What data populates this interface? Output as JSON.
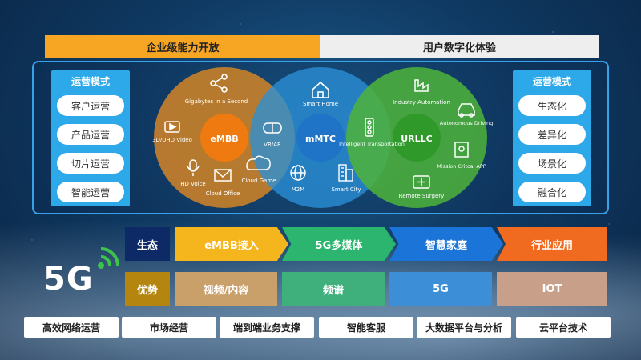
{
  "top_bar": {
    "left_title": "企业级能力开放",
    "right_title": "用户数字化体验"
  },
  "left_mode": {
    "title": "运营模式",
    "items": [
      "客户运营",
      "产品运营",
      "切片运营",
      "智能运营"
    ]
  },
  "right_mode": {
    "title": "运营模式",
    "items": [
      "生态化",
      "差异化",
      "场景化",
      "融合化"
    ]
  },
  "venn": {
    "circles": [
      {
        "label": "eMBB",
        "color": "#c47f2a"
      },
      {
        "label": "mMTC",
        "color": "#2a8fd6"
      },
      {
        "label": "URLLC",
        "color": "#4fb43a"
      }
    ],
    "items": [
      {
        "text": "Gigabytes in a Second",
        "icon": "share-icon"
      },
      {
        "text": "3D/UHD Video",
        "icon": "video-icon"
      },
      {
        "text": "HD Voice",
        "icon": "microphone-icon"
      },
      {
        "text": "Cloud Office",
        "icon": "mail-icon"
      },
      {
        "text": "Cloud Game",
        "icon": "cloud-icon"
      },
      {
        "text": "VR/AR",
        "icon": "vr-headset-icon"
      },
      {
        "text": "Smart Home",
        "icon": "home-icon"
      },
      {
        "text": "M2M",
        "icon": "globe-icon"
      },
      {
        "text": "Smart City",
        "icon": "building-icon"
      },
      {
        "text": "Intelligent Transportation",
        "icon": "traffic-light-icon"
      },
      {
        "text": "Industry Automation",
        "icon": "factory-icon"
      },
      {
        "text": "Autonomous Driving",
        "icon": "car-icon"
      },
      {
        "text": "Mission Critcal APP",
        "icon": "app-icon"
      },
      {
        "text": "Remote Surgery",
        "icon": "medical-kit-icon"
      }
    ]
  },
  "rows": {
    "eco_label": "生态",
    "adv_label": "优势",
    "eco_items": [
      "eMBB接入",
      "5G多媒体",
      "智慧家庭",
      "行业应用"
    ],
    "adv_items": [
      "视频/内容",
      "频谱",
      "5G",
      "IOT"
    ]
  },
  "logo": {
    "text": "5G",
    "icon": "signal-wave-icon"
  },
  "bottom_items": [
    "高效网络运营",
    "市场经营",
    "端到端业务支撑",
    "智能客服",
    "大数据平台与分析",
    "云平台技术"
  ]
}
